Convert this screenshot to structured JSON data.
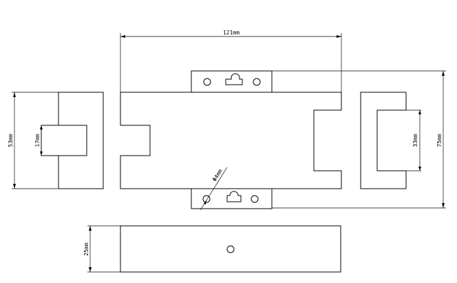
{
  "dimensions": {
    "width_top": "121mm",
    "height_left": "53mm",
    "slot_left": "17mm",
    "slot_right": "33mm",
    "height_right": "75mm",
    "hole_diameter": "Φ4mm",
    "height_bottom": "25mm"
  }
}
